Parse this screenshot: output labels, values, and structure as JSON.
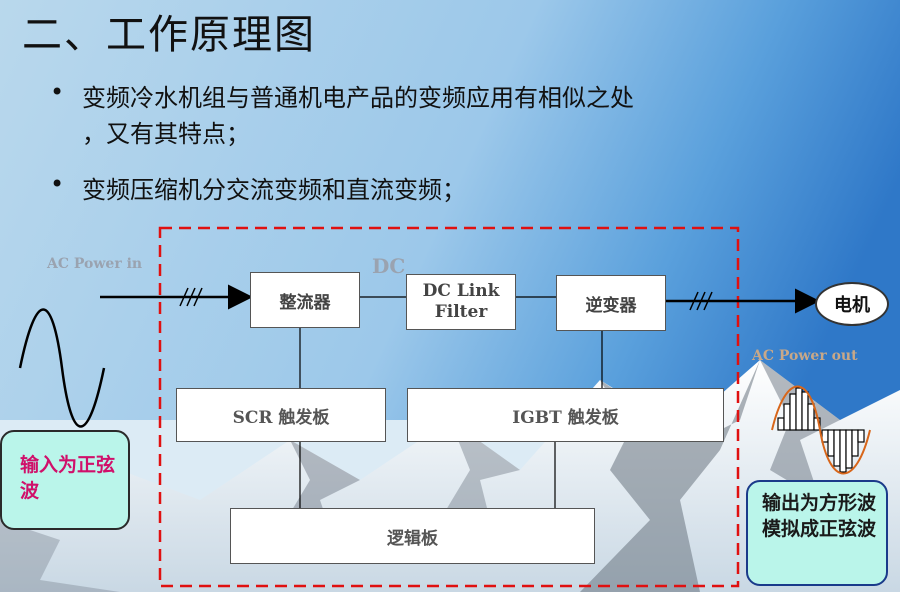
{
  "title": "二、工作原理图",
  "bullets": [
    {
      "line1": "变频冷水机组与普通机电产品的变频应用有相似之处",
      "line2": "，又有其特点；"
    },
    {
      "line1": "变频压缩机分交流变频和直流变频；"
    }
  ],
  "diagram": {
    "ac_power_in": "AC Power in",
    "dc_label": "DC",
    "rectifier": "整流器",
    "dc_link_line1": "DC Link",
    "dc_link_line2": "Filter",
    "inverter": "逆变器",
    "motor": "电机",
    "ac_power_out": "AC Power out",
    "scr_board": "SCR 触发板",
    "igbt_board": "IGBT 触发板",
    "logic_board": "逻辑板",
    "input_note": "输入为正弦波",
    "output_note": "输出为方形波模拟成正弦波"
  },
  "colors": {
    "dashed_frame": "#e01010",
    "input_note_text": "#d0106a",
    "output_note_text": "#1a1a1a",
    "callout_fill": "#baf5ea",
    "output_callout_border": "#1a3a8a"
  }
}
